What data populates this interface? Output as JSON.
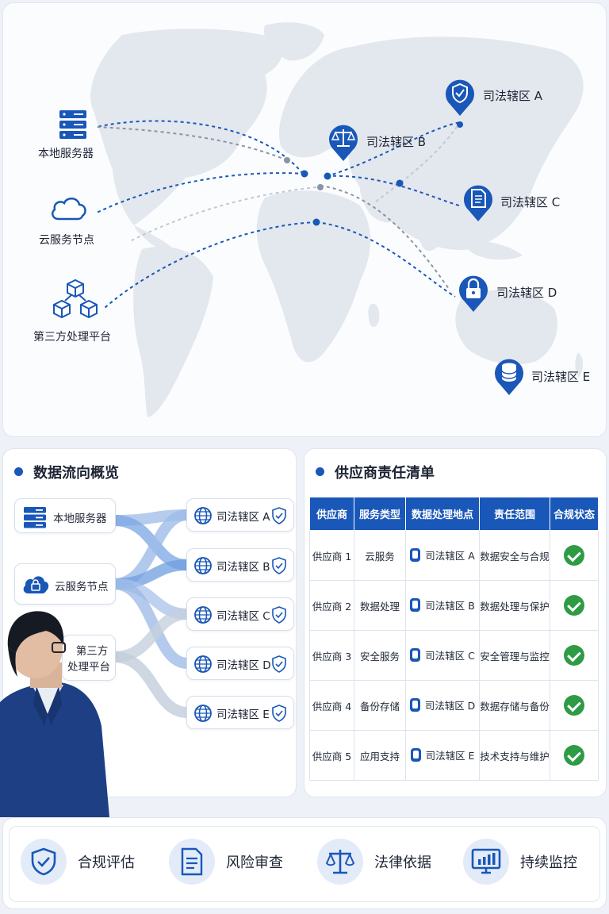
{
  "map": {
    "sources": [
      {
        "label": "本地服务器",
        "icon": "server-icon"
      },
      {
        "label": "云服务节点",
        "icon": "cloud-icon"
      },
      {
        "label": "第三方处理平台",
        "icon": "cubes-icon"
      }
    ],
    "jurisdictions": [
      {
        "label": "司法辖区 A",
        "icon": "shield-icon"
      },
      {
        "label": "司法辖区 B",
        "icon": "scales-icon"
      },
      {
        "label": "司法辖区 C",
        "icon": "document-icon"
      },
      {
        "label": "司法辖区 D",
        "icon": "lock-icon"
      },
      {
        "label": "司法辖区 E",
        "icon": "database-icon"
      }
    ]
  },
  "flow": {
    "title": "数据流向概览",
    "sources": [
      {
        "label": "本地服务器",
        "icon": "server-icon"
      },
      {
        "label": "云服务节点",
        "icon": "cloud-icon"
      },
      {
        "label_line1": "第三方",
        "label_line2": "处理平台"
      }
    ],
    "destinations": [
      {
        "label": "司法辖区 A"
      },
      {
        "label": "司法辖区 B"
      },
      {
        "label": "司法辖区 C"
      },
      {
        "label": "司法辖区 D"
      },
      {
        "label": "司法辖区 E"
      }
    ]
  },
  "vendors": {
    "title": "供应商责任清单",
    "headers": [
      "供应商",
      "服务类型",
      "数据处理地点",
      "责任范围",
      "合规状态"
    ],
    "rows": [
      {
        "vendor": "供应商 1",
        "service": "云服务",
        "location": "司法辖区 A",
        "scope": "数据安全与合规",
        "status": "compliant"
      },
      {
        "vendor": "供应商 2",
        "service": "数据处理",
        "location": "司法辖区 B",
        "scope": "数据处理与保护",
        "status": "compliant"
      },
      {
        "vendor": "供应商 3",
        "service": "安全服务",
        "location": "司法辖区 C",
        "scope": "安全管理与监控",
        "status": "compliant"
      },
      {
        "vendor": "供应商 4",
        "service": "备份存储",
        "location": "司法辖区 D",
        "scope": "数据存储与备份",
        "status": "compliant"
      },
      {
        "vendor": "供应商 5",
        "service": "应用支持",
        "location": "司法辖区 E",
        "scope": "技术支持与维护",
        "status": "compliant"
      }
    ]
  },
  "bottom": [
    {
      "label": "合规评估",
      "icon": "shield-check-icon"
    },
    {
      "label": "风险审查",
      "icon": "document-icon"
    },
    {
      "label": "法律依据",
      "icon": "scales-icon"
    },
    {
      "label": "持续监控",
      "icon": "monitor-chart-icon"
    }
  ],
  "colors": {
    "primary": "#1957b8",
    "success": "#2e9b45",
    "map_land": "#e3e7ee",
    "flow_dashed": "#1957b8",
    "flow_gray": "#8a94a6"
  }
}
